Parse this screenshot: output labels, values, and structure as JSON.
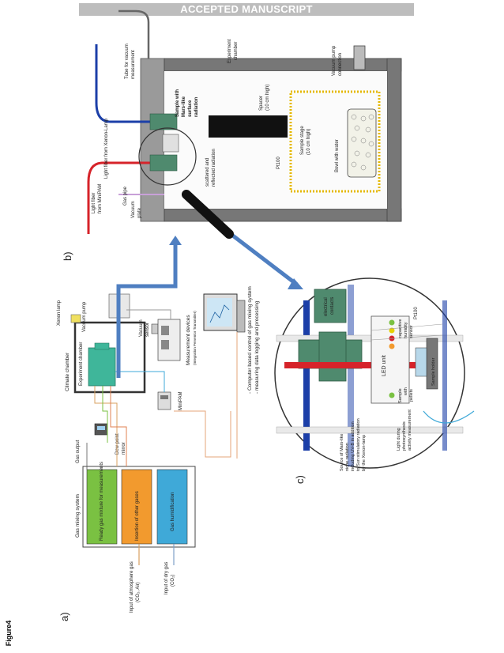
{
  "banner": "ACCEPTED MANUSCRIPT",
  "figure_label": "Figure4",
  "panels": {
    "a": "a)",
    "b": "b)",
    "c": "c)"
  },
  "panel_a": {
    "gas_mixing_system": "Gas mixing system",
    "ready_gas": "Ready gas mixture for measurements",
    "insertion": "Insertion of other gases",
    "humidification": "Gas humidification",
    "input_atm_1": "Input of atmosphere gas",
    "input_atm_2": "(CO₂, Air)",
    "input_dry_1": "Input of dry gas",
    "input_dry_2": "(CO₂)",
    "gas_output": "Gas output",
    "dew_point_1": "Dew point",
    "dew_point_2": "mirror",
    "minipam": "MiniPAM",
    "climate_chamber": "Climate chamber",
    "experiment_chamber": "Experiment chamber",
    "xenon_lamp": "Xenon lamp",
    "vacuum_pump": "Vacuum pump",
    "vacuum_sensor_1": "Vacuum",
    "vacuum_sensor_2": "sensor",
    "measurement_devices": "Measurement devices",
    "measurement_devices_sub": "(Integration Perventor Transmitter)",
    "computer_1": "- Computer based control of gas mixing system",
    "computer_2": "- measuring data logging and processing"
  },
  "panel_b": {
    "tube_vacuum_1": "Tube for vacuum",
    "tube_vacuum_2": "measurement",
    "experiment_chamber_1": "Experiment",
    "experiment_chamber_2": "chamber",
    "vacuum_pump_conn_1": "Vacuum pump",
    "vacuum_pump_conn_2": "connection",
    "light_fiber_xenon": "Light fiber from Xenon-Lamp",
    "sample_mars_1": "Sample with",
    "sample_mars_2": "Mars-like",
    "sample_mars_3": "surface",
    "sample_mars_4": "radiation",
    "spacer_1": "Spacer",
    "spacer_2": "(10 cm high)",
    "sample_stage_1": "Sample stage",
    "sample_stage_2": "(10 cm high)",
    "bowl_water": "Bowl with water",
    "pt100": "Pt100",
    "scattered_1": "scattered and",
    "scattered_2": "reflected radiation",
    "light_fiber_minipam_1": "Light fiber",
    "light_fiber_minipam_2": "from MiniPAM",
    "gas_pipe": "Gas pipe",
    "vacuum_plate_1": "Vacuum",
    "vacuum_plate_2": "plate"
  },
  "panel_c": {
    "electrical_contacts_1": "electrical",
    "electrical_contacts_2": "contacts",
    "led_unit": "LED unit",
    "capacitive_1": "capacitive",
    "capacitive_2": "humidity",
    "capacitive_3": "sensor",
    "pt100": "Pt100",
    "sample_holder": "Sample holder",
    "sample_1": "Sample",
    "sample_2": "with",
    "sample_3": "pellets",
    "source_1": "Source of Mars-like",
    "source_2": "niche radiation",
    "source_3": "including UV-B in addition",
    "source_4": "to Sun stimulatory radiation",
    "source_5": "by the Xenon-lamp",
    "light_1": "Light during",
    "light_2": "photosynthesis",
    "light_3": "activity measurement"
  },
  "colors": {
    "green_box": "#7ac142",
    "orange_box": "#f29a2e",
    "blue_box": "#3fa9d8",
    "arrow_blue": "#4f7fc1",
    "chamber_gray": "#8c8c8c",
    "teal_chamber": "#3fb69a",
    "fiber_red": "#d6232a",
    "fiber_blue": "#1c3fa8"
  }
}
